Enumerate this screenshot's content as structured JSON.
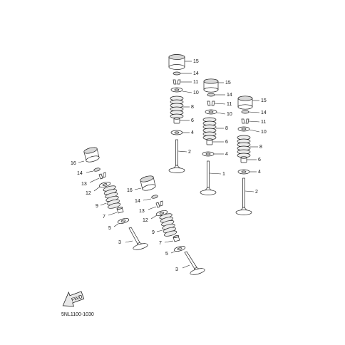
{
  "diagram": {
    "part_code": "5NL1100-1030",
    "direction_arrow": "FWD",
    "callouts": {
      "a": {
        "n15": "15",
        "n14": "14",
        "n11": "11",
        "n10": "10",
        "n8": "8",
        "n6": "6",
        "n4": "4",
        "n2": "2"
      },
      "b": {
        "n15": "15",
        "n14": "14",
        "n11": "11",
        "n10": "10",
        "n8": "8",
        "n6": "6",
        "n4": "4",
        "n1": "1"
      },
      "c": {
        "n15": "15",
        "n14": "14",
        "n11": "11",
        "n10": "10",
        "n8": "8",
        "n6": "6",
        "n4": "4",
        "n2": "2"
      },
      "d": {
        "n16": "16",
        "n14": "14",
        "n13": "13",
        "n12": "12",
        "n9": "9",
        "n7": "7",
        "n5": "5",
        "n3": "3"
      },
      "e": {
        "n16": "16",
        "n14": "14",
        "n13": "13",
        "n12": "12",
        "n9": "9",
        "n7": "7",
        "n5": "5",
        "n3": "3"
      }
    }
  }
}
